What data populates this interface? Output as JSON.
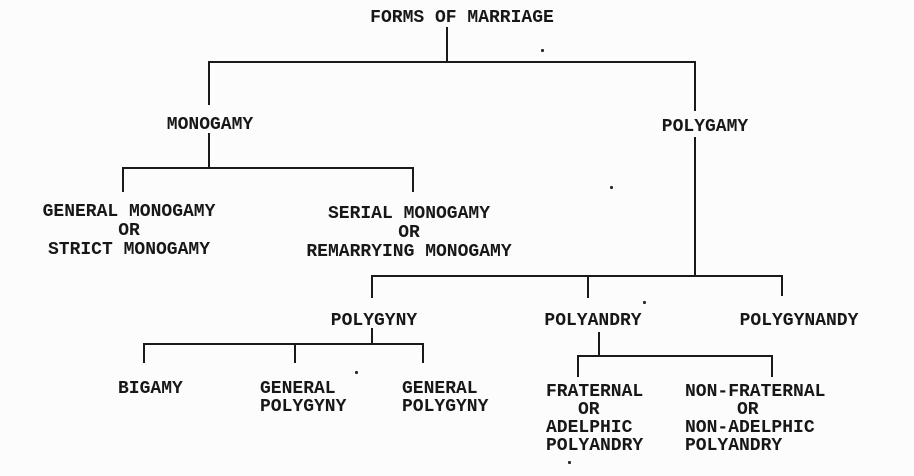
{
  "diagram": {
    "type": "tree",
    "title": "FORMS OF MARRIAGE",
    "colors": {
      "ink": "#1a1a1a",
      "background": "#fcfcfc"
    },
    "nodes": {
      "root": {
        "label": "FORMS OF MARRIAGE"
      },
      "monogamy": {
        "label": "MONOGAMY"
      },
      "polygamy": {
        "label": "POLYGAMY"
      },
      "strict_monogamy": {
        "lines": [
          "GENERAL MONOGAMY",
          "OR",
          "STRICT MONOGAMY"
        ]
      },
      "serial_monogamy": {
        "lines": [
          "SERIAL MONOGAMY",
          "OR",
          "REMARRYING MONOGAMY"
        ]
      },
      "polygyny": {
        "label": "POLYGYNY"
      },
      "polyandry": {
        "label": "POLYANDRY"
      },
      "polygynandy": {
        "label": "POLYGYNANDY"
      },
      "bigamy": {
        "label": "BIGAMY"
      },
      "general_polygyny_1": {
        "lines": [
          "GENERAL",
          "POLYGYNY"
        ]
      },
      "general_polygyny_2": {
        "lines": [
          "GENERAL",
          "POLYGYNY"
        ]
      },
      "fraternal_polyandry": {
        "lines": [
          "FRATERNAL",
          "OR",
          "ADELPHIC",
          "POLYANDRY"
        ]
      },
      "non_fraternal_polyandry": {
        "lines": [
          "NON-FRATERNAL",
          "OR",
          "NON-ADELPHIC",
          "POLYANDRY"
        ]
      }
    },
    "edges": [
      "root-monogamy",
      "root-polygamy",
      "monogamy-strict_monogamy",
      "monogamy-serial_monogamy",
      "polygamy-polygyny",
      "polygamy-polyandry",
      "polygamy-polygynandy",
      "polygyny-bigamy",
      "polygyny-general_polygyny_1",
      "polygyny-general_polygyny_2",
      "polyandry-fraternal_polyandry",
      "polyandry-non_fraternal_polyandry"
    ]
  }
}
